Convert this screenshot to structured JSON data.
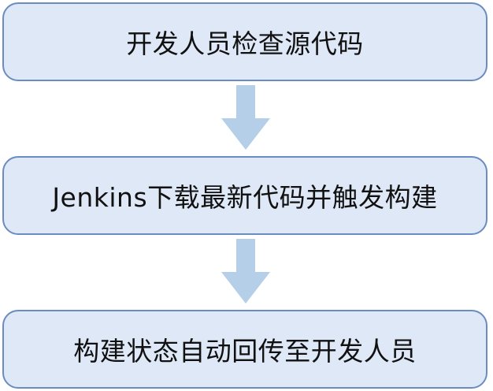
{
  "steps": [
    {
      "label": "开发人员检查源代码"
    },
    {
      "label": "Jenkins下载最新代码并触发构建"
    },
    {
      "label": "构建状态自动回传至开发人员"
    }
  ],
  "colors": {
    "box_fill": "#dfe8f7",
    "box_border": "#6b8cc0",
    "arrow_fill": "#b6cfe9"
  }
}
